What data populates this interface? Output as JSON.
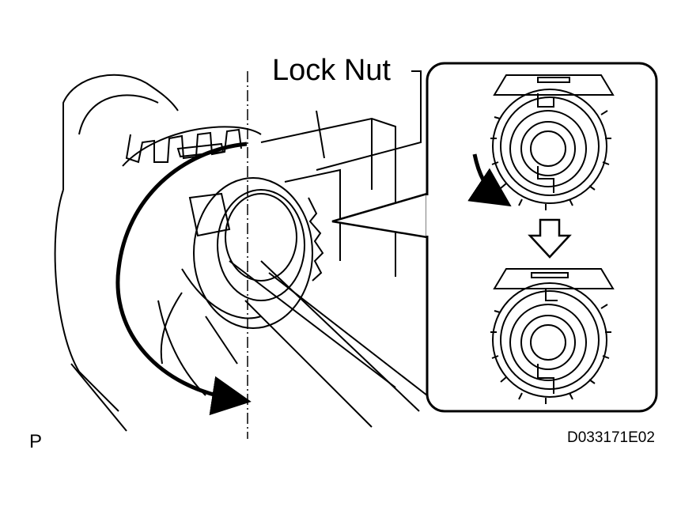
{
  "figure": {
    "callout_label": "Lock Nut",
    "corner_mark": "P",
    "figure_code": "D033171E02",
    "icons": {
      "rotation_arrow": "curved-rotation-arrow-icon",
      "direction_arrow": "down-arrow-icon"
    },
    "colors": {
      "line": "#000000",
      "background": "#ffffff"
    }
  }
}
